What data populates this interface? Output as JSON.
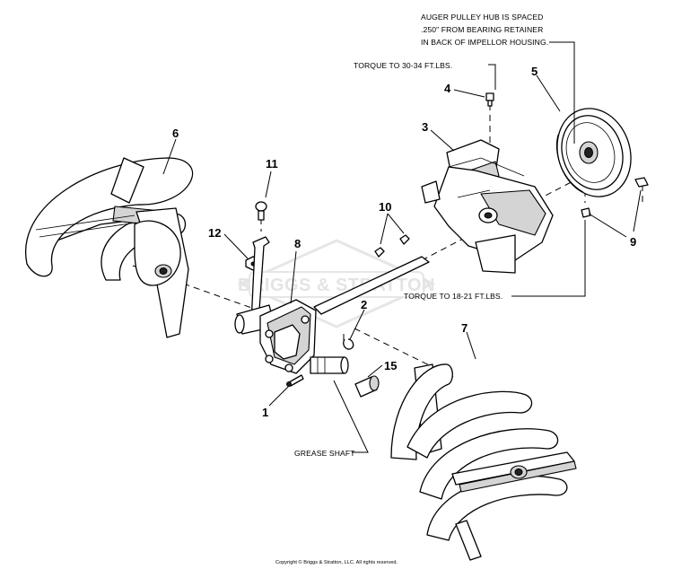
{
  "callouts": {
    "c1": "1",
    "c2": "2",
    "c3": "3",
    "c4": "4",
    "c5": "5",
    "c6": "6",
    "c7": "7",
    "c8": "8",
    "c9": "9",
    "c10": "10",
    "c11": "11",
    "c12": "12",
    "c15": "15"
  },
  "notes": {
    "pulley_hub_line1": "AUGER PULLEY HUB IS SPACED",
    "pulley_hub_line2": ".250\" FROM BEARING RETAINER",
    "pulley_hub_line3": "IN BACK OF IMPELLOR HOUSING.",
    "torque_bolt": "TORQUE TO 30-34 FT.LBS.",
    "torque_nut": "TORQUE TO 18-21 FT.LBS.",
    "grease_shaft": "GREASE SHAFT"
  },
  "watermark": "BRIGGS & STRATTON",
  "copyright": "Copyright © Briggs & Stratton, LLC. All rights reserved."
}
